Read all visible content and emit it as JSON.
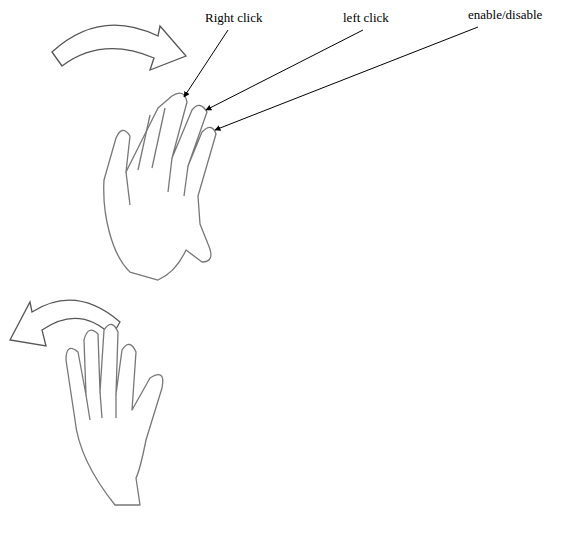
{
  "diagram": {
    "labels": [
      "Right click",
      "left click",
      "enable/disable"
    ]
  }
}
